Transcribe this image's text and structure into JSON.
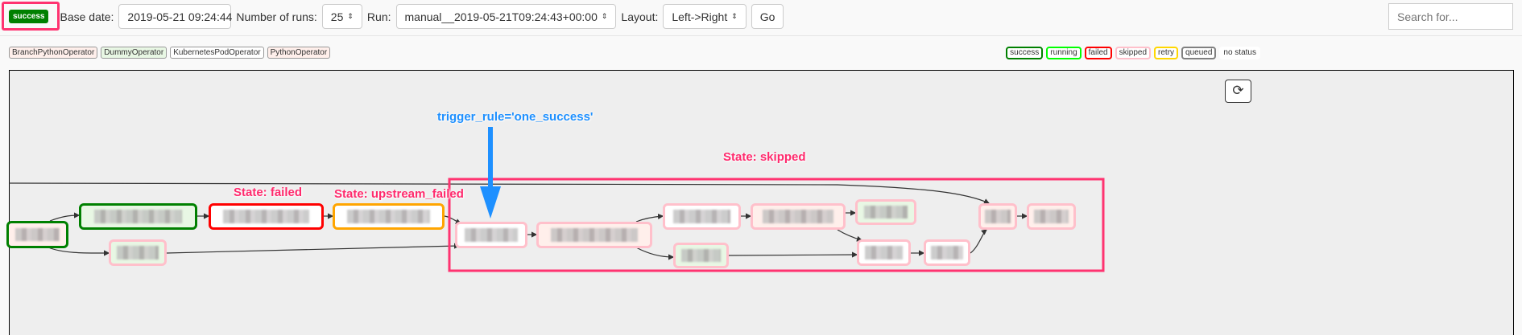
{
  "header": {
    "state_badge": "success",
    "base_date_label": "Base date:",
    "base_date_value": "2019-05-21 09:24:44",
    "runs_label": "Number of runs:",
    "runs_value": "25",
    "run_label": "Run:",
    "run_value": "manual__2019-05-21T09:24:43+00:00",
    "layout_label": "Layout:",
    "layout_value": "Left->Right",
    "go_label": "Go",
    "search_placeholder": "Search for..."
  },
  "operators": [
    {
      "label": "BranchPythonOperator",
      "color": "#ffefeb"
    },
    {
      "label": "DummyOperator",
      "color": "#e8f7e4"
    },
    {
      "label": "KubernetesPodOperator",
      "color": "#ffffff"
    },
    {
      "label": "PythonOperator",
      "color": "#ffefeb"
    }
  ],
  "states": [
    {
      "label": "success",
      "color": "#008000"
    },
    {
      "label": "running",
      "color": "#00ff00"
    },
    {
      "label": "failed",
      "color": "#ff0000"
    },
    {
      "label": "skipped",
      "color": "#ffc0cb"
    },
    {
      "label": "retry",
      "color": "#ffd700"
    },
    {
      "label": "queued",
      "color": "#808080"
    },
    {
      "label": "no status",
      "color": "#ffffff"
    }
  ],
  "annotations": {
    "trigger": "trigger_rule='one_success'",
    "failed": "State: failed",
    "upstream_failed": "State: upstream_failed",
    "skipped": "State: skipped"
  },
  "colors": {
    "highlight": "#ff3370",
    "arrow": "#1e90ff"
  }
}
